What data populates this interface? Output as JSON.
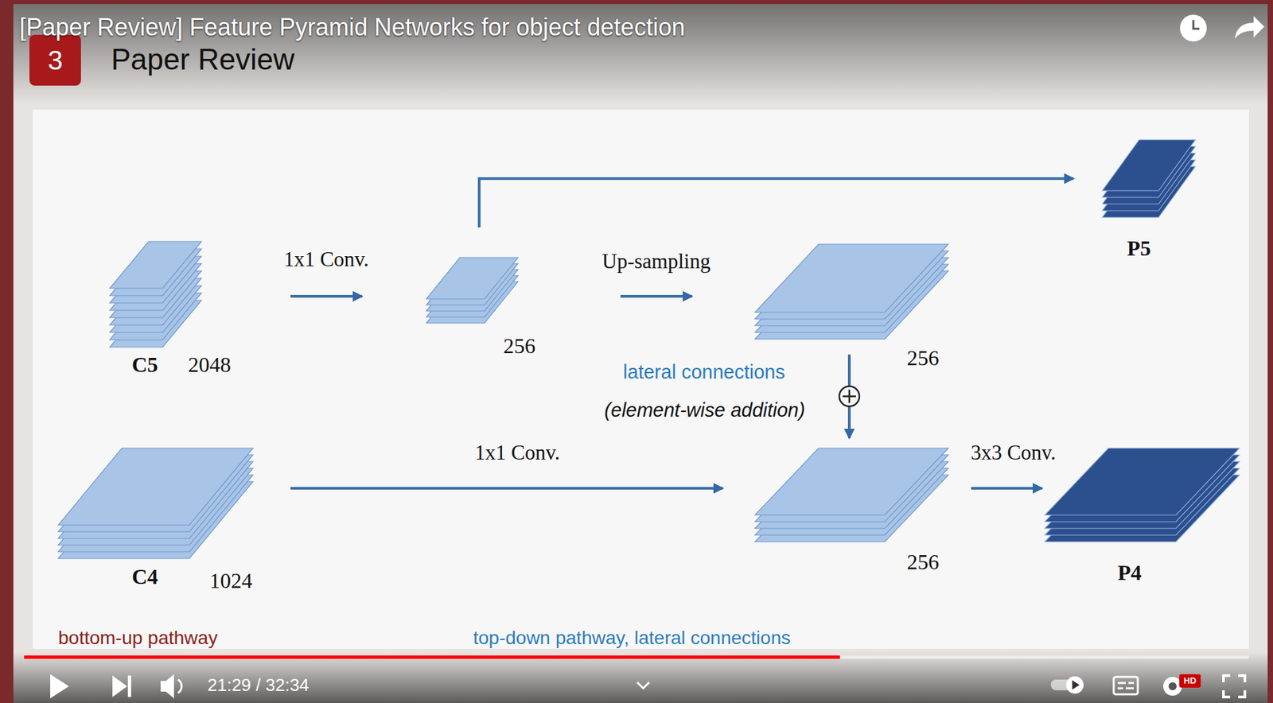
{
  "diagram": {
    "nodes": [
      {
        "text": [
          "C5",
          "2048"
        ]
      },
      {
        "text": [
          "256"
        ]
      },
      {
        "text": [
          "256"
        ]
      },
      {
        "text": [
          "P5"
        ]
      },
      {
        "text": [
          "C4",
          "1024"
        ]
      },
      {
        "text": [
          "256"
        ]
      },
      {
        "text": [
          "P4"
        ]
      }
    ],
    "edges": [
      {
        "from": 0,
        "to": 1,
        "arrow": "to",
        "label": "1x1 Conv."
      },
      {
        "from": 1,
        "to": 2,
        "arrow": "to",
        "label": "Up-sampling"
      },
      {
        "from": 1,
        "to": 3,
        "arrow": "to"
      },
      {
        "from": 2,
        "to": 5,
        "arrow": "to"
      },
      {
        "from": 4,
        "to": 5,
        "arrow": "to",
        "label": "1x1 Conv."
      },
      {
        "from": 5,
        "to": 6,
        "arrow": "to",
        "label": "3x3 Conv."
      }
    ],
    "labels": [
      "[Paper Review] Feature Pyramid Networks for object detection",
      "3",
      "Paper Review",
      "lateral connections",
      "(element-wise addition)",
      "bottom-up pathway",
      "top-down pathway, lateral connections",
      "21:29 / 32:34",
      "HD"
    ]
  }
}
